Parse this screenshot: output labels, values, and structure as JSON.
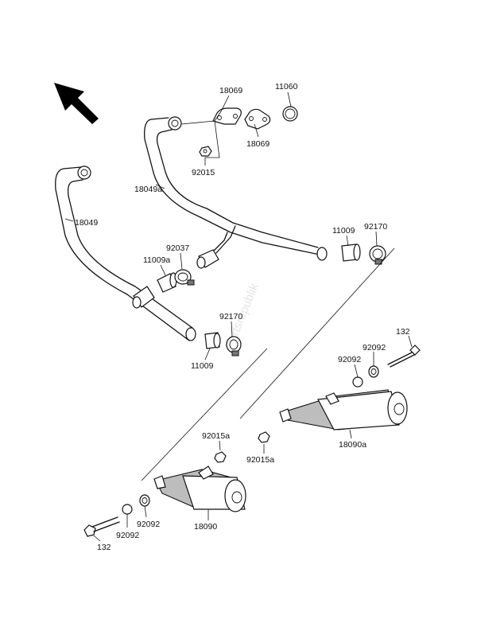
{
  "labels": {
    "l_18069_top": "18069",
    "l_11060": "11060",
    "l_18069_bottom": "18069",
    "l_92015": "92015",
    "l_18049a": "18049a",
    "l_18049": "18049",
    "l_11009_right": "11009",
    "l_92170_right": "92170",
    "l_92037": "92037",
    "l_11009a": "11009a",
    "l_92170_mid": "92170",
    "l_11009_mid": "11009",
    "l_132_right": "132",
    "l_92092_r1": "92092",
    "l_92092_r2": "92092",
    "l_18090a": "18090a",
    "l_92015a_right": "92015a",
    "l_92015a_left": "92015a",
    "l_92092_l1": "92092",
    "l_92092_l2": "92092",
    "l_18090": "18090",
    "l_132_left": "132"
  },
  "watermark": "Partsrepublik",
  "watermark_logo": "®",
  "icons": {
    "direction": "front-direction-arrow-icon"
  }
}
